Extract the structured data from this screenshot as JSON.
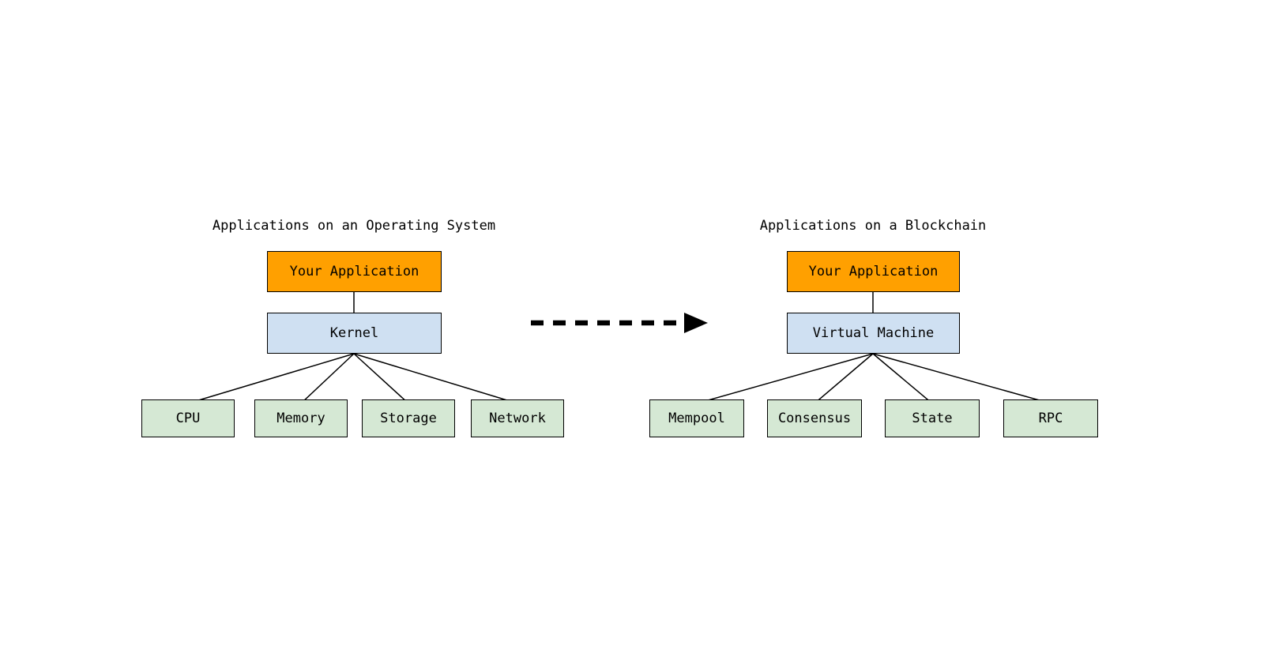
{
  "diagram": {
    "title_os": "Applications on an Operating System",
    "title_blockchain": "Applications on a Blockchain",
    "colors": {
      "application": "#FFA000",
      "core": "#CFE0F2",
      "resource": "#D5E8D4",
      "stroke": "#000000",
      "background": "#FFFFFF"
    },
    "arrow": {
      "style": "dashed",
      "head": "solid-triangle",
      "direction": "left-to-right"
    },
    "groups": [
      {
        "id": "operating-system",
        "title": "Applications on an Operating System",
        "application": "Your Application",
        "core": "Kernel",
        "resources": [
          "CPU",
          "Memory",
          "Storage",
          "Network"
        ]
      },
      {
        "id": "blockchain",
        "title": "Applications on a Blockchain",
        "application": "Your Application",
        "core": "Virtual Machine",
        "resources": [
          "Mempool",
          "Consensus",
          "State",
          "RPC"
        ]
      }
    ]
  }
}
